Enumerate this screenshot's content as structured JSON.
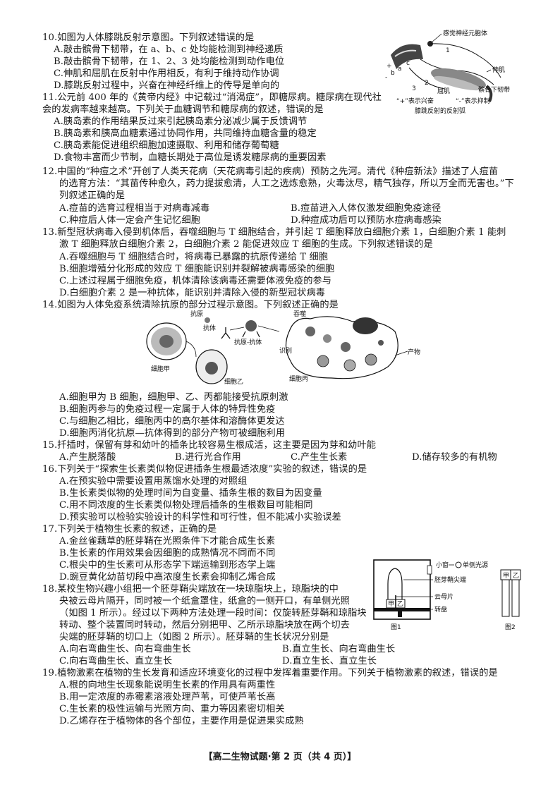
{
  "questions": {
    "q10": {
      "stem1": "10.如图为人体膝跳反射示意图。下列叙述错误的是",
      "a": "A.敲击髌骨下韧带，在 a、b、c 处均能检测到神经递质",
      "b": "B.敲击髌骨下韧带，在 1、2、3 处均能检测到动作电位",
      "c": "C.伸肌和屈肌在反射中作用相反，有利于维持动作协调",
      "d": "D.膝跳反射过程中，兴奋在神经纤维上的传导是单向的"
    },
    "q11": {
      "stem1": "11.公元前 400 年的《黄帝内经》中记载过“消渴症”，即糖尿病。糖尿病在现代社",
      "stem2": "会的发病率越来越高。下列关于血糖调节和糖尿病的叙述，错误的是",
      "a": "A.胰岛素的作用结果反过来引起胰岛素分泌减少属于反馈调节",
      "b": "B.胰岛素和胰高血糖素通过协同作用，共同维持血糖含量的稳定",
      "c": "C.胰岛素能促进组织细胞加速摄取、利用和储存葡萄糖",
      "d": "D.食物丰富而少节制，血糖长期处于高位是诱发糖尿病的重要因素"
    },
    "q12": {
      "stem1": "12.中国的“种痘之术”开创了人类天花病（天花病毒引起的疾病）预防之先河。清代《种痘新法》描述了人痘苗",
      "stem2": "的选育方法：“其苗传种愈久，药力提拔愈清，人工之选炼愈熟，火毒汰尽，精气独存，所以万全而无害也。”下",
      "stem3": "列叙述正确的是",
      "a": "A.痘苗的选育过程相当于对病毒减毒",
      "b": "B.痘苗进入人体仅激发细胞免疫途径",
      "c": "C.种痘后人体一定会产生记忆细胞",
      "d": "D.种痘成功后可以预防水痘病毒感染"
    },
    "q13": {
      "stem1": "13.新型冠状病毒入侵到机体后，吞噬细胞与 T 细胞结合，并引起 T 细胞释放白细胞介素 1，白细胞介素 1 能刺",
      "stem2": "激 T 细胞释放白细胞介素 2，白细胞介素 2 能促进效应 T 细胞的生成。下列叙述错误的是",
      "a": "A.吞噬细胞与 T 细胞结合时，将病毒已暴露的抗原传递给 T 细胞",
      "b": "B.细胞增殖分化形成的效应 T 细胞能识别并裂解被病毒感染的细胞",
      "c": "C.上述过程属于细胞免疫，机体清除该病毒还需要体液免疫的参与",
      "d": "D.白细胞介素 2 是一种抗体，能识别并清除入侵的新型冠状病毒"
    },
    "q14": {
      "stem1": "14.如图为人体免疫系统清除抗原的部分过程示意图。下列叙述正确的是",
      "a": "A.细胞甲为 B 细胞，细胞甲、乙、丙都能接受抗原刺激",
      "b": "B.细胞丙参与的免疫过程一定属于人体的特异性免疫",
      "c": "C.与细胞乙相比，细胞丙中的高尔基体和溶酶体更发达",
      "d": "D.细胞丙消化抗原—抗体得到的部分产物可被细胞利用"
    },
    "q15": {
      "stem1": "15.扦插时，保留有芽和幼叶的插条比较容易生根成活，这主要是因为芽和幼叶能",
      "a": "A.产生脱落酸",
      "b": "B.进行光合作用",
      "c": "C.产生生长素",
      "d": "D.储存较多的有机物"
    },
    "q16": {
      "stem1": "16.下列关于“探索生长素类似物促进插条生根最适浓度”实验的叙述，错误的是",
      "a": "A.在预实验中需要设置用蒸馏水处理的对照组",
      "b": "B.生长素类似物的处理时间为自变量、插条生根的数目为因变量",
      "c": "C.用不同浓度的生长素类似物处理后插条的生根数目可能相同",
      "d": "D.预实验可以检验实验设计的科学性和可行性，但不能减小实验误差"
    },
    "q17": {
      "stem1": "17.下列关于植物生长素的叙述，正确的是",
      "a": "A.金丝雀藕草的胚芽鞘在光照条件下才能合成生长素",
      "b": "B.生长素的作用效果会因细胞的成熟情况不同而不同",
      "c": "C.根尖中的生长素可从形态学下端运输到形态学上端",
      "d": "D.豌豆黄化幼苗切段中高浓度生长素会抑制乙烯合成"
    },
    "q18": {
      "l1": "18.某校生物兴趣小组把一个胚芽鞘尖端放在一块琼脂块上，琼脂块的中",
      "l2": "央被云母片隔开，同时被一个纸盒罩住，纸盒的一侧开口，有单侧光照",
      "l3": "（如图 1 所示）。经过以下两种方法处理一段时间：仅旋转胚芽鞘和琼脂块",
      "l4": "转动、整个装置同时转动，然后分别把甲、乙所示琼脂块放在两个切去",
      "l5": "尖端的胚芽鞘的切口上（如图 2 所示）。胚芽鞘的生长状况分别是",
      "a": "A.向右弯曲生长、向右弯曲生长",
      "b": "B.直立生长、向右弯曲生长",
      "c": "C.向右弯曲生长、直立生长",
      "d": "D.直立生长、直立生长"
    },
    "q19": {
      "stem1": "19.植物激素在植物的生长发育和适应环境变化的过程中发挥着重要作用。下列关于植物激素的叙述，错误的是",
      "a": "A.根的向地生长现象能说明生长素的作用具有两重性",
      "b": "B.用一定浓度的赤霉素溶液处理芦苇，可使芦苇长高",
      "c": "C.生长素的极性运输与光照方向、重力等因素密切相关",
      "d": "D.乙烯存在于植物体的各个部位，主要作用是促进果实成熟"
    }
  },
  "fig_reflex": {
    "sensory": "感觉神经元胞体",
    "extensor": "伸肌",
    "flexor": "屈肌",
    "ligament": "髌骨下韧带",
    "excite": "“+”表示兴奋",
    "inhibit": "“-”表示抑制",
    "caption": "膝跳反射的反射弧",
    "n1": "1",
    "n2": "2",
    "n3": "3",
    "a": "a",
    "b": "b",
    "c": "c",
    "plus": "+",
    "minus": "-"
  },
  "fig_immune": {
    "antigen": "抗原",
    "antibody": "抗体",
    "complex": "抗原-抗体",
    "engulf": "吞噬",
    "recognize": "识别",
    "product": "产物",
    "cell_a": "细胞甲",
    "cell_b": "细胞乙",
    "cell_c": "细胞丙"
  },
  "fig_plant": {
    "box": "小窗",
    "light": "单侧光源",
    "tip": "胚芽鞘尖端",
    "mica": "云母片",
    "turntable": "转盘",
    "jia": "甲",
    "yi": "乙",
    "fig1": "图1",
    "fig2": "图2"
  },
  "footer": "【高二生物试题·第 2 页（共 4 页）】"
}
